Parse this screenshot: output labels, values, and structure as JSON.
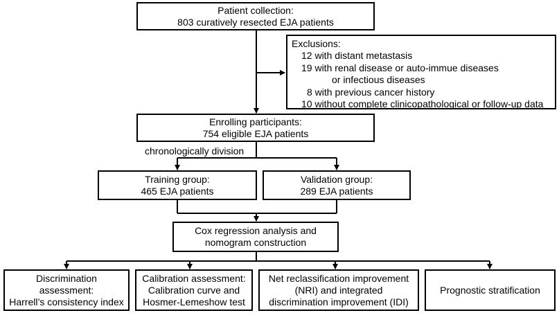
{
  "boxes": {
    "collection": [
      "Patient collection:",
      "803 curatively resected EJA patients"
    ],
    "exclusions": {
      "title": "Exclusions:",
      "items": [
        "12 with distant metastasis",
        "19 with renal disease or auto-immue diseases",
        "or infectious diseases",
        "8 with previous cancer history",
        "10 without complete clinicopathological or follow-up data"
      ]
    },
    "enrolling": [
      "Enrolling participants:",
      "754 eligible EJA patients"
    ],
    "training": [
      "Training group:",
      "465 EJA patients"
    ],
    "validation": [
      "Validation group:",
      "289 EJA patients"
    ],
    "cox": [
      "Cox regression analysis and",
      "nomogram construction"
    ],
    "discrimination": [
      "Discrimination",
      "assessment:",
      "Harrell’s consistency index"
    ],
    "calibration": [
      "Calibration assessment:",
      "Calibration curve and",
      "Hosmer-Lemeshow test"
    ],
    "nri": [
      "Net reclassification improvement",
      "(NRI) and integrated",
      "discrimination improvement (IDI)"
    ],
    "stratification": [
      "Prognostic stratification"
    ]
  },
  "edge_labels": {
    "division": "chronologically division"
  }
}
